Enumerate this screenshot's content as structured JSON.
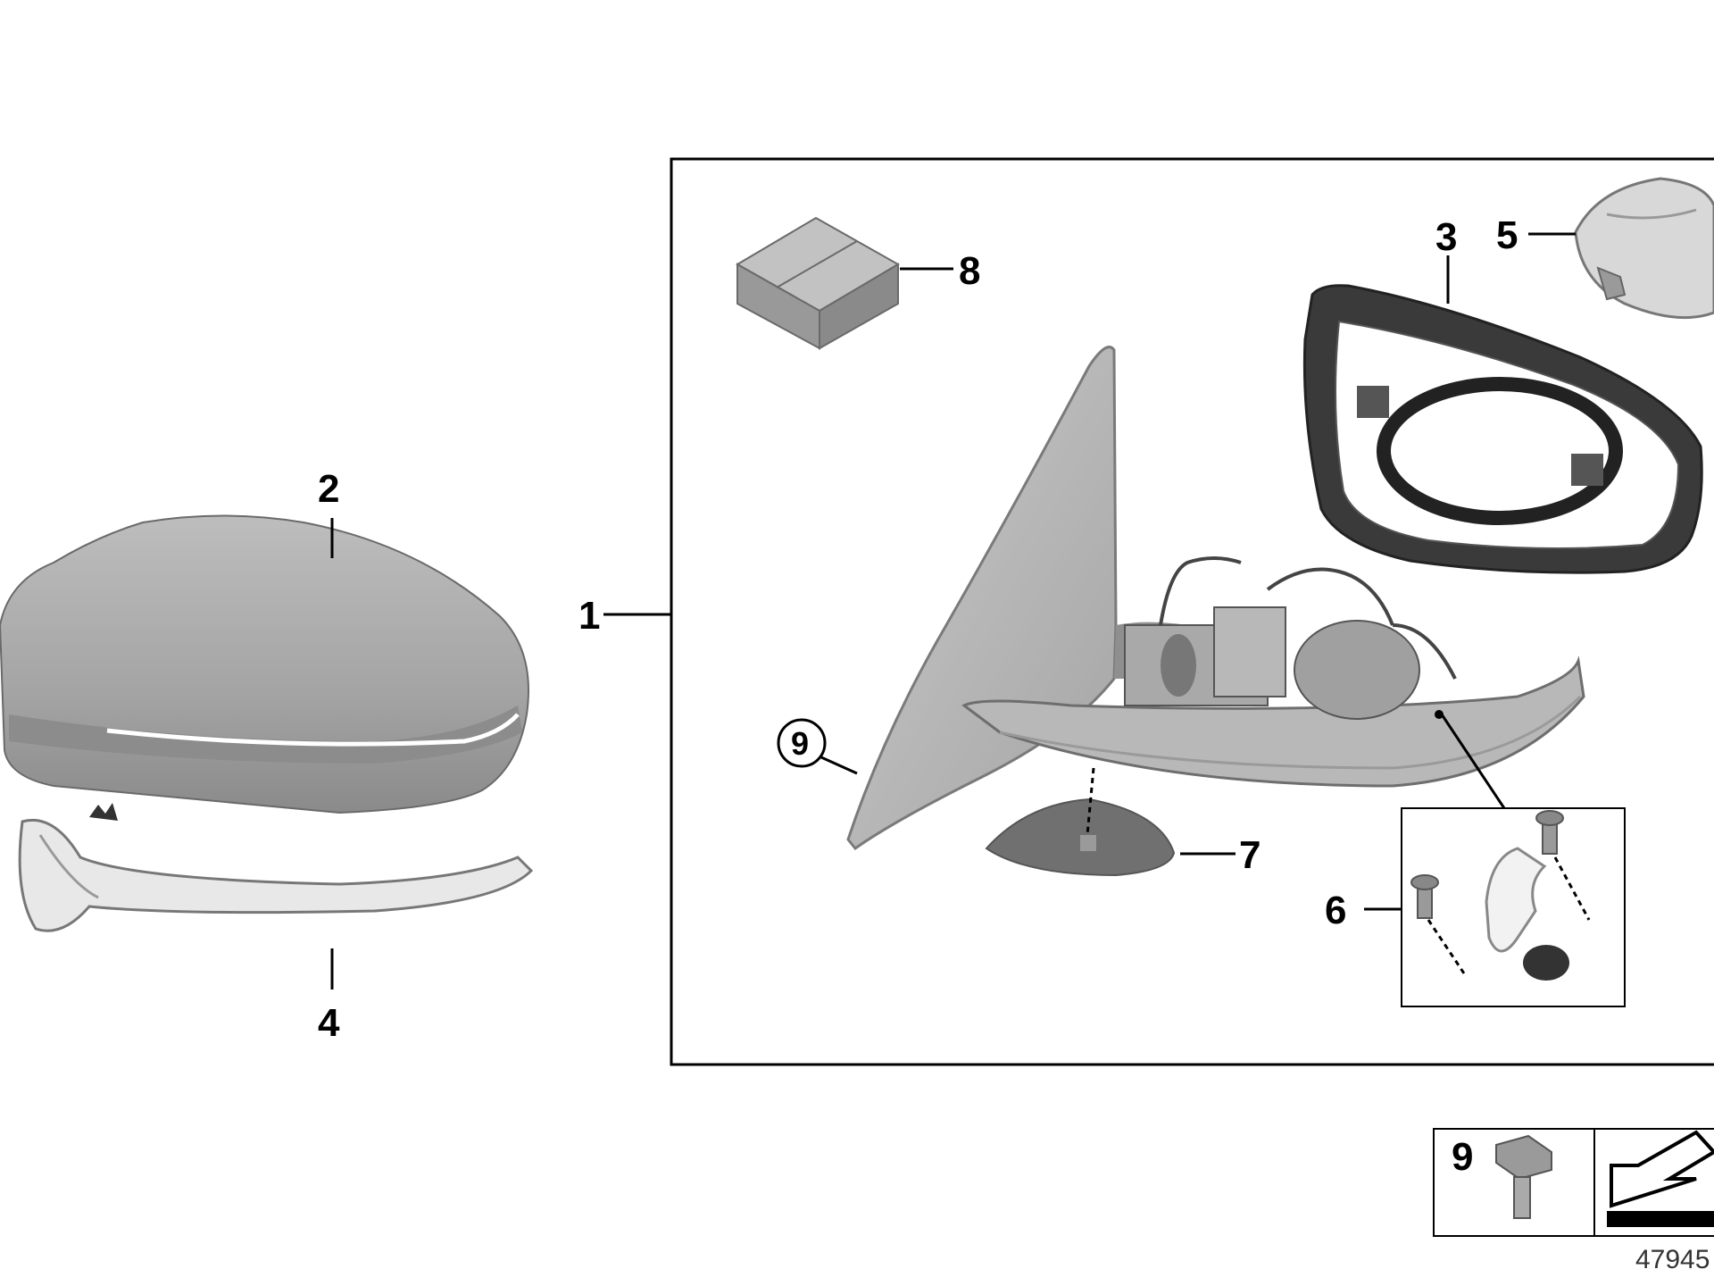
{
  "callouts": {
    "c1": "1",
    "c2": "2",
    "c3": "3",
    "c4": "4",
    "c5": "5",
    "c6": "6",
    "c7": "7",
    "c8": "8",
    "c9_circled": "9",
    "c9_inset": "9"
  },
  "reference_number": "47945",
  "colors": {
    "cap_fill": "#a8a8a8",
    "cap_shade": "#8e8e8e",
    "glass_fill": "#cfcfcf",
    "frame_fill": "#3a3a3a",
    "line": "#000000"
  },
  "icons": {
    "arrow_symbol": "direction-arrow-icon",
    "hex_bolt": "hex-bolt-icon"
  }
}
